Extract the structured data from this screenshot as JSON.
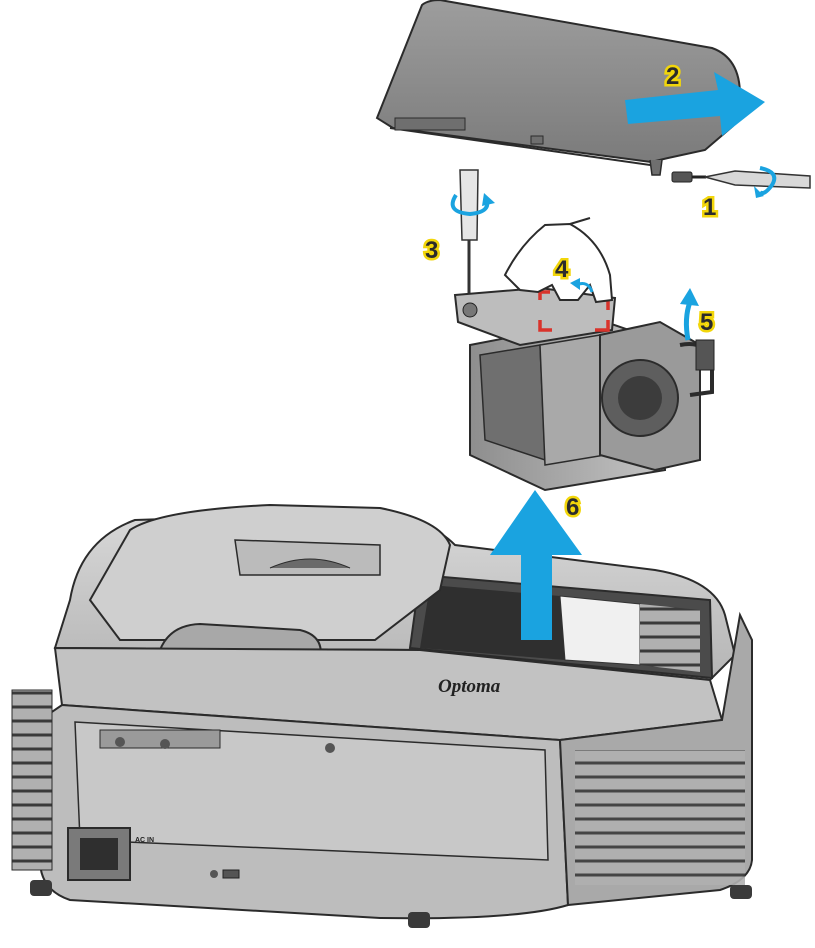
{
  "steps": [
    {
      "number": "1"
    },
    {
      "number": "2"
    },
    {
      "number": "3"
    },
    {
      "number": "4"
    },
    {
      "number": "5"
    },
    {
      "number": "6"
    }
  ],
  "projector": {
    "brand": "Optoma",
    "power_label": "AC IN"
  },
  "colors": {
    "arrow": "#1aa3e0",
    "label_highlight": "#f2d60a",
    "marker": "#d9332b",
    "body_grey": "#c9c9c9",
    "outline": "#2b2b2b"
  }
}
